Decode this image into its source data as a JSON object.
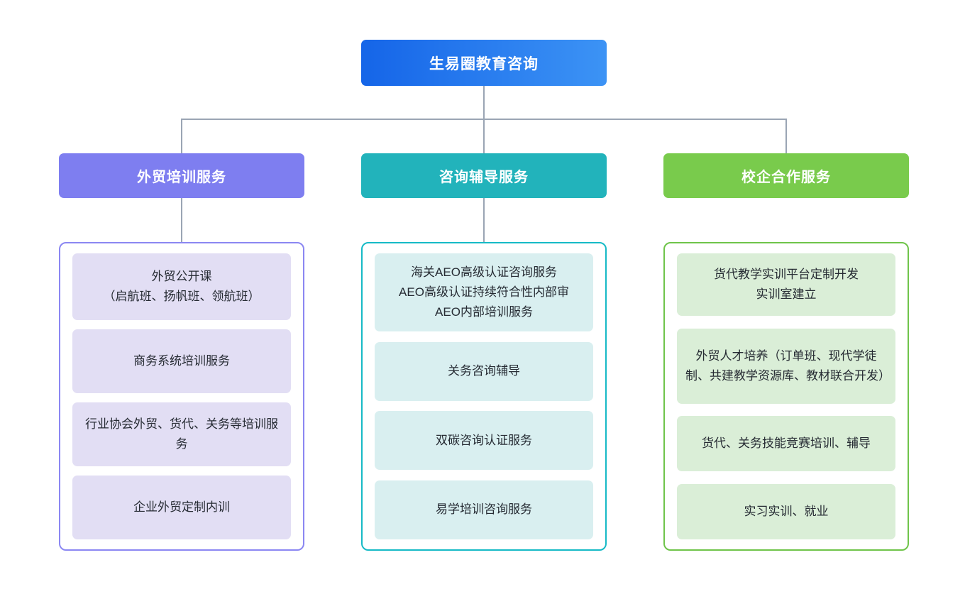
{
  "diagram": {
    "type": "organizational-tree",
    "root": {
      "label": "生易圈教育咨询",
      "gradient_from": "#1565e8",
      "gradient_to": "#3c93f5"
    },
    "connector_color": "#9aa5b4",
    "branches": [
      {
        "id": "foreign-trade-training",
        "header": "外贸培训服务",
        "header_color": "#7e7ef0",
        "border_color": "#8b87f2",
        "card_color": "#e2def4",
        "items": [
          "外贸公开课\n（启航班、扬帆班、领航班）",
          "商务系统培训服务",
          "行业协会外贸、货代、关务等培训服务",
          "企业外贸定制内训"
        ]
      },
      {
        "id": "consulting-tutoring",
        "header": "咨询辅导服务",
        "header_color": "#22b3bb",
        "border_color": "#16bac6",
        "card_color": "#d9eff0",
        "items": [
          "海关AEO高级认证咨询服务\nAEO高级认证持续符合性内部审\nAEO内部培训服务",
          "关务咨询辅导",
          "双碳咨询认证服务",
          "易学培训咨询服务"
        ]
      },
      {
        "id": "school-enterprise-cooperation",
        "header": "校企合作服务",
        "header_color": "#79cb4c",
        "border_color": "#6fc44a",
        "card_color": "#daeed7",
        "items": [
          "货代教学实训平台定制开发\n实训室建立",
          "外贸人才培养（订单班、现代学徒制、共建教学资源库、教材联合开发）",
          "货代、关务技能竞赛培训、辅导",
          "实习实训、就业"
        ]
      }
    ]
  }
}
